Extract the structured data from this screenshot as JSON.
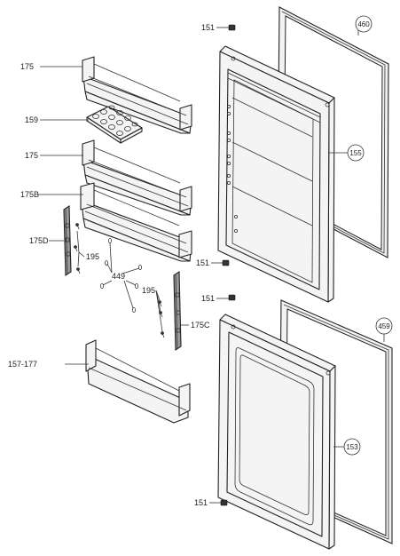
{
  "callouts": {
    "c151_a": "151",
    "c151_b": "151",
    "c151_c": "151",
    "c151_d": "151",
    "c460": "460",
    "c459": "459",
    "c155": "155",
    "c153": "153",
    "c175_a": "175",
    "c175_b": "175",
    "c159": "159",
    "c175B": "175B",
    "c175D": "175D",
    "c175C": "175C",
    "c195_a": "195",
    "c195_b": "195",
    "c449": "449",
    "c157_177": "157-177"
  }
}
